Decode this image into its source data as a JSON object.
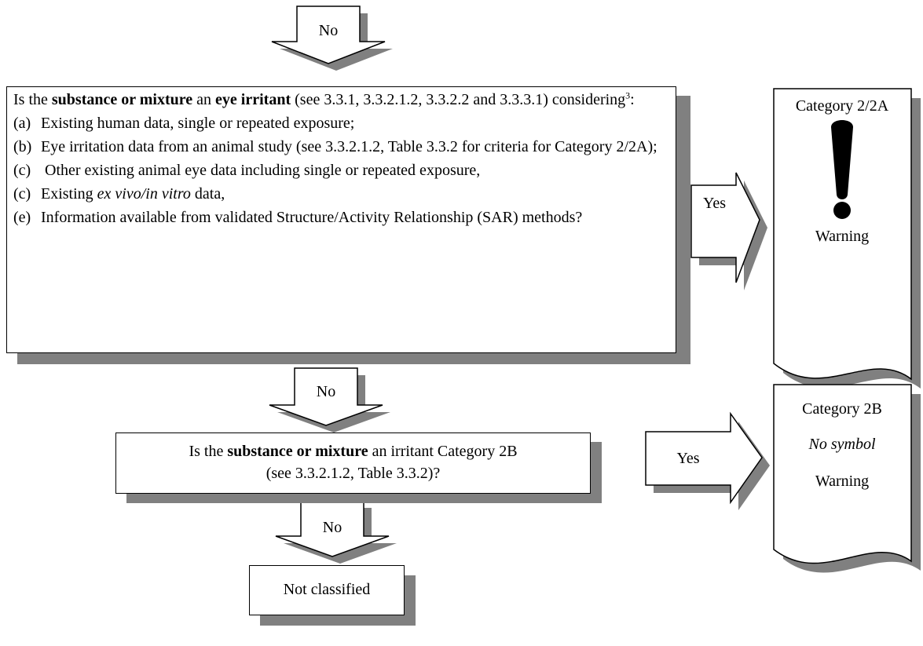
{
  "arrows": {
    "no_top": "No",
    "no_middle": "No",
    "no_bottom": "No",
    "yes_first": "Yes",
    "yes_second": "Yes"
  },
  "question1": {
    "intro_prefix": "Is the ",
    "intro_bold1": "substance or mixture",
    "intro_mid": " an ",
    "intro_bold2": "eye irritant",
    "intro_suffix": " (see 3.3.1, 3.3.2.1.2, 3.3.2.2 and 3.3.3.1) considering",
    "footnote": "3",
    "intro_end": ":",
    "items": [
      {
        "label": "(a)",
        "text": "Existing human data, single or repeated exposure;"
      },
      {
        "label": "(b)",
        "text": "Eye irritation data from an animal study (see 3.3.2.1.2, Table 3.3.2 for criteria for Category 2/2A);"
      },
      {
        "label": "(c)",
        "text": " Other existing animal eye data including single or repeated exposure,"
      },
      {
        "label": "(c)",
        "text_prefix": "Existing ",
        "text_italic": "ex vivo/in vitro",
        "text_suffix": " data,"
      },
      {
        "label": "(e)",
        "text": "Information available from validated Structure/Activity Relationship (SAR) methods?"
      }
    ]
  },
  "question2": {
    "prefix": "Is the ",
    "bold": "substance or mixture",
    "suffix": " an irritant Category 2B",
    "line2": "(see 3.3.2.1.2, Table 3.3.2)?"
  },
  "result_not_classified": "Not classified",
  "category_2a": {
    "title": "Category 2/2A",
    "signal": "Warning",
    "symbol": "exclamation-mark-icon"
  },
  "category_2b": {
    "title": "Category 2B",
    "symbol_text": "No symbol",
    "signal": "Warning"
  }
}
